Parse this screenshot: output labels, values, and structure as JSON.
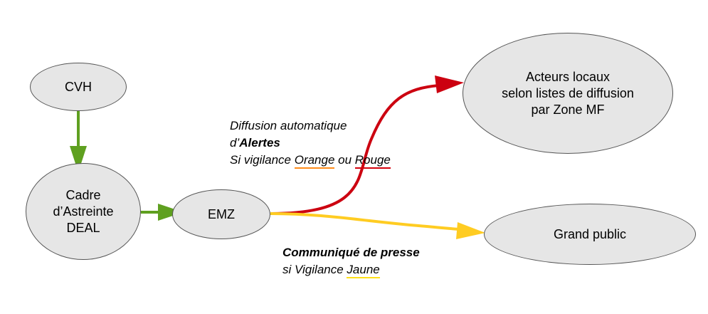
{
  "nodes": {
    "cvh": {
      "label": "CVH"
    },
    "cadre": {
      "lines": [
        "Cadre",
        "d’Astreinte",
        "DEAL"
      ]
    },
    "emz": {
      "label": "EMZ"
    },
    "acteurs": {
      "lines": [
        "Acteurs locaux",
        "selon listes de diffusion",
        "par Zone MF"
      ]
    },
    "grand_public": {
      "label": "Grand public"
    }
  },
  "annotations": {
    "alerte": {
      "line1": "Diffusion automatique",
      "line2_prefix": "d’",
      "line2_bold": "Alertes",
      "line3_prefix": "Si vigilance ",
      "orange": "Orange",
      "middle": " ou ",
      "rouge": "Rouge"
    },
    "presse": {
      "line1": "Communiqué de presse",
      "line2_prefix": "si Vigilance ",
      "jaune": "Jaune"
    }
  },
  "colors": {
    "node_fill": "#e6e6e6",
    "node_border": "#555555",
    "arrow_green": "#5fa020",
    "arrow_red": "#cc0010",
    "arrow_yellow": "#ffcc22",
    "underline_orange": "#ff8c1a",
    "underline_red": "#d4000c",
    "underline_yellow": "#ffe018"
  }
}
